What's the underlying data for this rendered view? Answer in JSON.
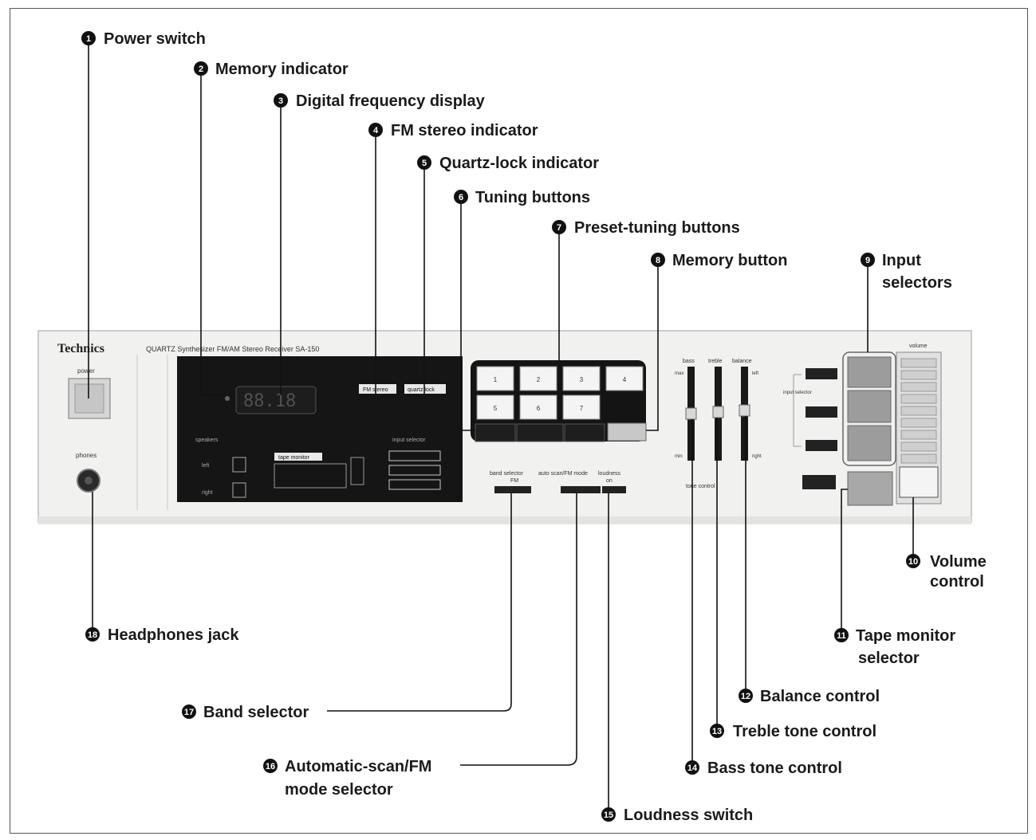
{
  "panel": {
    "brand": "Technics",
    "model_line": "QUARTZ Synthesizer FM/AM Stereo Receiver SA-150",
    "power_label": "power",
    "phones_label": "phones",
    "fm_stereo_label": "FM stereo",
    "quartz_lock_label": "quartz lock",
    "speakers_label": "speakers",
    "speaker_left": "left",
    "speaker_right": "right",
    "tape_monitor_label": "tape monitor",
    "input_selector_label": "input selector",
    "preset_buttons": [
      "1",
      "2",
      "3",
      "4",
      "5",
      "6",
      "7"
    ],
    "band_selector_label": "band selector",
    "band_fm": "FM",
    "auto_scan_label": "auto scan/FM mode",
    "loudness_label": "loudness",
    "loudness_on": "on",
    "bass_label": "bass",
    "treble_label": "treble",
    "balance_label": "balance",
    "tone_control_label": "tone control",
    "volume_label": "volume",
    "slider_max": "max",
    "slider_min": "min",
    "slider_left": "left",
    "slider_right": "right",
    "input_selector_side_label": "input selector"
  },
  "callouts": [
    {
      "num": "1",
      "label": "Power switch"
    },
    {
      "num": "2",
      "label": "Memory indicator"
    },
    {
      "num": "3",
      "label": "Digital frequency display"
    },
    {
      "num": "4",
      "label": "FM stereo indicator"
    },
    {
      "num": "5",
      "label": "Quartz-lock indicator"
    },
    {
      "num": "6",
      "label": "Tuning buttons"
    },
    {
      "num": "7",
      "label": "Preset-tuning buttons"
    },
    {
      "num": "8",
      "label": "Memory button"
    },
    {
      "num": "9",
      "label": "Input",
      "label2": "selectors"
    },
    {
      "num": "10",
      "label": "Volume",
      "label2": "control"
    },
    {
      "num": "11",
      "label": "Tape monitor",
      "label2": "selector"
    },
    {
      "num": "12",
      "label": "Balance control"
    },
    {
      "num": "13",
      "label": "Treble tone control"
    },
    {
      "num": "14",
      "label": "Bass tone control"
    },
    {
      "num": "15",
      "label": "Loudness switch"
    },
    {
      "num": "16",
      "label": "Automatic-scan/FM",
      "label2": "mode selector"
    },
    {
      "num": "17",
      "label": "Band selector"
    },
    {
      "num": "18",
      "label": "Headphones jack"
    }
  ]
}
